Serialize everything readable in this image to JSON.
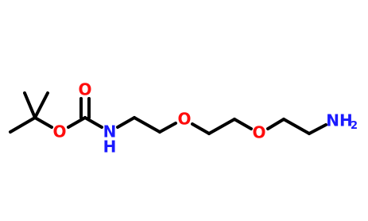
{
  "molecule": {
    "atoms": {
      "carbonyl_oxygen": "O",
      "ester_oxygen": "O",
      "amide_nitrogen": "N",
      "amide_hydrogen": "H",
      "ether_oxygen_1": "O",
      "ether_oxygen_2": "O",
      "amine_group": "NH",
      "amine_subscript": "2"
    },
    "colors": {
      "oxygen": "#ff0d0d",
      "nitrogen": "#1a1aff",
      "bond": "#000000"
    }
  }
}
